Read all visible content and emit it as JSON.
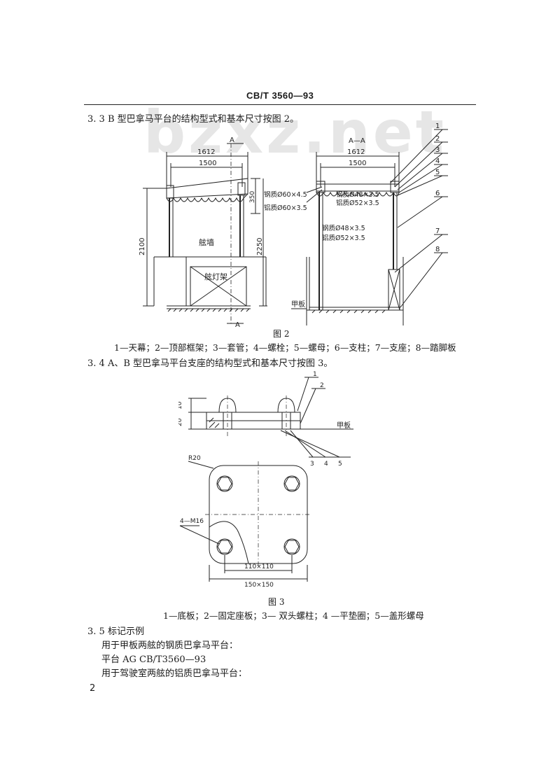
{
  "header": {
    "standard_no": "CB/T 3560—93"
  },
  "watermark": "bzxz.net",
  "sections": {
    "s33": "3. 3  B 型巴拿马平台的结构型式和基本尺寸按图 2。",
    "s34": "3. 4  A、B 型巴拿马平台支座的结构型式和基本尺寸按图 3。",
    "s35": "3. 5  标记示例"
  },
  "figure2": {
    "caption": "图 2",
    "legend": "1—天幕；2—顶部框架；3—套管；4—螺栓；5—螺母；6—支柱；7—支座；8—踏脚板",
    "left_view": {
      "section_mark_top": "A",
      "section_mark_bottom": "A",
      "dim_outer": "1612",
      "dim_inner": "1500",
      "dim_height": "2100",
      "dim_upper": "350",
      "dim_total": "2250",
      "label_bulwark": "舷墙",
      "label_light_frame": "舷灯架",
      "pipe_steel": "钢质Ø60×4.5",
      "pipe_alu": "铝质Ø60×3.5"
    },
    "right_view": {
      "section_title": "A—A",
      "dim_outer": "1612",
      "dim_inner": "1500",
      "top_steel": "钢质Ø48×3.5",
      "top_alu": "铝质Ø52×3.5",
      "post_steel": "钢质Ø48×3.5",
      "post_alu": "铝质Ø52×3.5",
      "label_deck": "甲板",
      "callouts": [
        "1",
        "2",
        "3",
        "4",
        "5",
        "6",
        "7",
        "8"
      ]
    }
  },
  "figure3": {
    "caption": "图 3",
    "legend": "1—底板；2—固定座板；3— 双头螺柱；4 —平垫圈；5—盖形螺母",
    "dims": {
      "h10": "10",
      "h20": "20",
      "radius": "R20",
      "bolt": "4—M16",
      "inner": "110×110",
      "outer": "150×150"
    },
    "label_deck": "甲板",
    "callouts_top": [
      "1",
      "2"
    ],
    "callouts_bottom": [
      "3",
      "4",
      "5"
    ]
  },
  "marking": {
    "line1": "用于甲板两舷的钢质巴拿马平台：",
    "line2": "平台  AG  CB/T3560—93",
    "line3": "用于驾驶室两舷的铝质巴拿马平台："
  },
  "page_number": "2"
}
